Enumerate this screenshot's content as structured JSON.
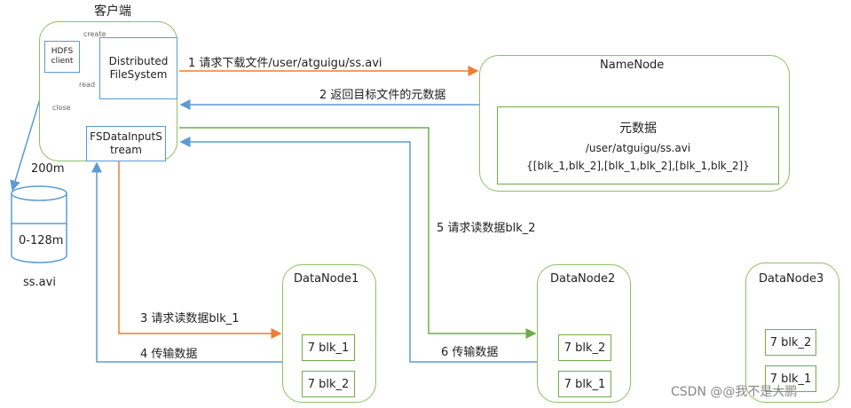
{
  "client": {
    "title": "客户端",
    "hdfs_client": "HDFS client",
    "distributed_fs": "Distributed FileSystem",
    "fs_input_stream": "FSDataInputStream",
    "label_create": "create",
    "label_read": "read",
    "label_close": "close"
  },
  "file": {
    "size": "200m",
    "segment": "0-128m",
    "name": "ss.avi"
  },
  "namenode": {
    "title": "NameNode",
    "meta_title": "元数据",
    "meta_path": "/user/atguigu/ss.avi",
    "meta_blocks": "{[blk_1,blk_2],[blk_1,blk_2],[blk_1,blk_2]}"
  },
  "steps": {
    "s1": "1 请求下载文件/user/atguigu/ss.avi",
    "s2": "2 返回目标文件的元数据",
    "s3": "3 请求读数据blk_1",
    "s4": "4 传输数据",
    "s5": "5 请求读数据blk_2",
    "s6": "6 传输数据"
  },
  "datanodes": [
    {
      "title": "DataNode1",
      "blocks": [
        "7 blk_1",
        "7 blk_2"
      ]
    },
    {
      "title": "DataNode2",
      "blocks": [
        "7 blk_2",
        "7 blk_1"
      ]
    },
    {
      "title": "DataNode3",
      "blocks": [
        "7 blk_2",
        "7 blk_1"
      ]
    }
  ],
  "watermark": "CSDN @@我不是大鹏",
  "colors": {
    "orange": "#ed7d31",
    "blue": "#5b9bd5",
    "green": "#70ad47",
    "border_green": "#8cc063"
  }
}
